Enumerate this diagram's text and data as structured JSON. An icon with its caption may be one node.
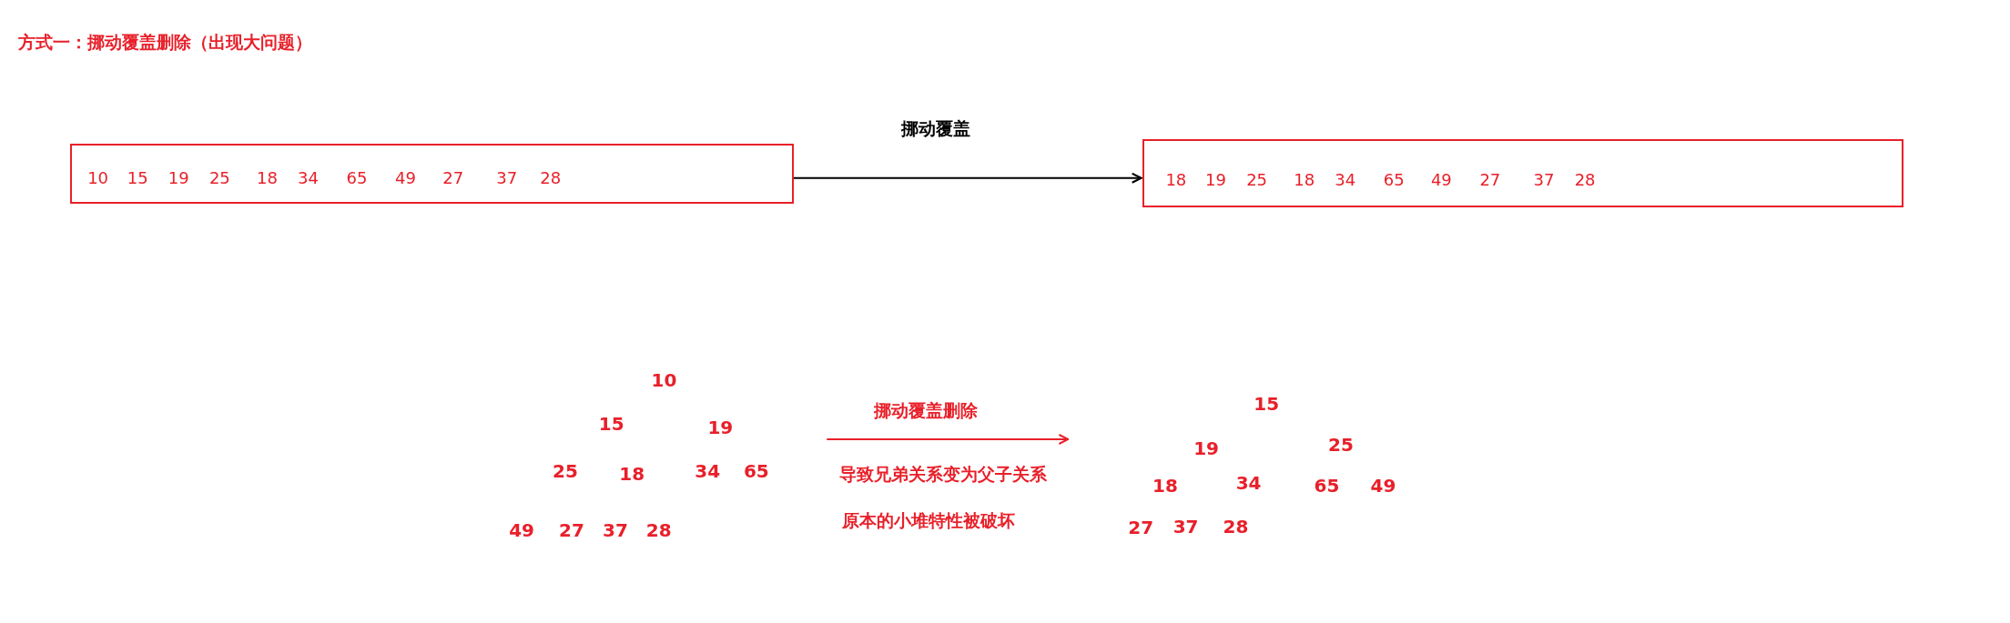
{
  "diagram": {
    "title": "方式一：挪动覆盖删除（出现大问题）",
    "nodes": [
      {
        "text": [
          "10",
          "15",
          "19",
          "25",
          "18",
          "34",
          "65",
          "49",
          "27",
          "37",
          "28"
        ]
      },
      {
        "text": [
          "18",
          "19",
          "25",
          "18",
          "34",
          "65",
          "49",
          "27",
          "37",
          "28"
        ]
      },
      {
        "text": [
          "10",
          "15",
          "19",
          "25",
          "18",
          "34",
          "65",
          "49",
          "27",
          "37",
          "28"
        ]
      },
      {
        "text": [
          "15",
          "19",
          "25",
          "18",
          "34",
          "65",
          "49",
          "27",
          "37",
          "28"
        ]
      }
    ],
    "edges": [
      {
        "from": 0,
        "to": 1,
        "arrow": "to",
        "label": "挪动覆盖",
        "color": "#000000"
      },
      {
        "from": 2,
        "to": 3,
        "arrow": "to",
        "label": "挪动覆盖删除",
        "color": "#e8202a"
      }
    ],
    "labels": [
      "导致兄弟关系变为父子关系",
      "原本的小堆特性被破坏"
    ]
  }
}
